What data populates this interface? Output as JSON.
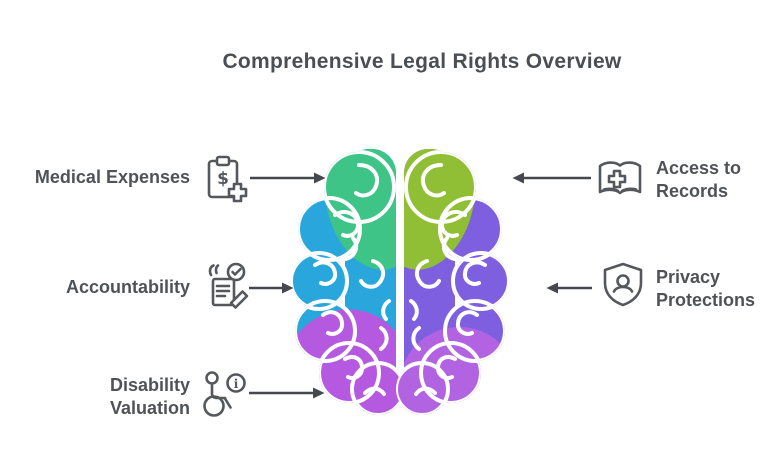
{
  "title": "Comprehensive Legal Rights Overview",
  "left_items": [
    {
      "label": "Medical Expenses",
      "icon": "clipboard-dollar-cross-icon"
    },
    {
      "label": "Accountability",
      "icon": "document-check-pen-icon"
    },
    {
      "label": "Disability Valuation",
      "icon": "wheelchair-info-icon"
    }
  ],
  "right_items": [
    {
      "label": "Access to Records",
      "icon": "open-book-cross-icon"
    },
    {
      "label": "Privacy Protections",
      "icon": "shield-person-icon"
    }
  ],
  "brain": {
    "left_top": "#3ec487",
    "left_middle": "#29a7dd",
    "left_bottom": "#b55ae0",
    "right_top": "#90bf35",
    "right_middle": "#7e5fe0",
    "right_bottom": "#b263e2"
  },
  "text_color": "#4f5357",
  "arrow_color": "#45484d"
}
